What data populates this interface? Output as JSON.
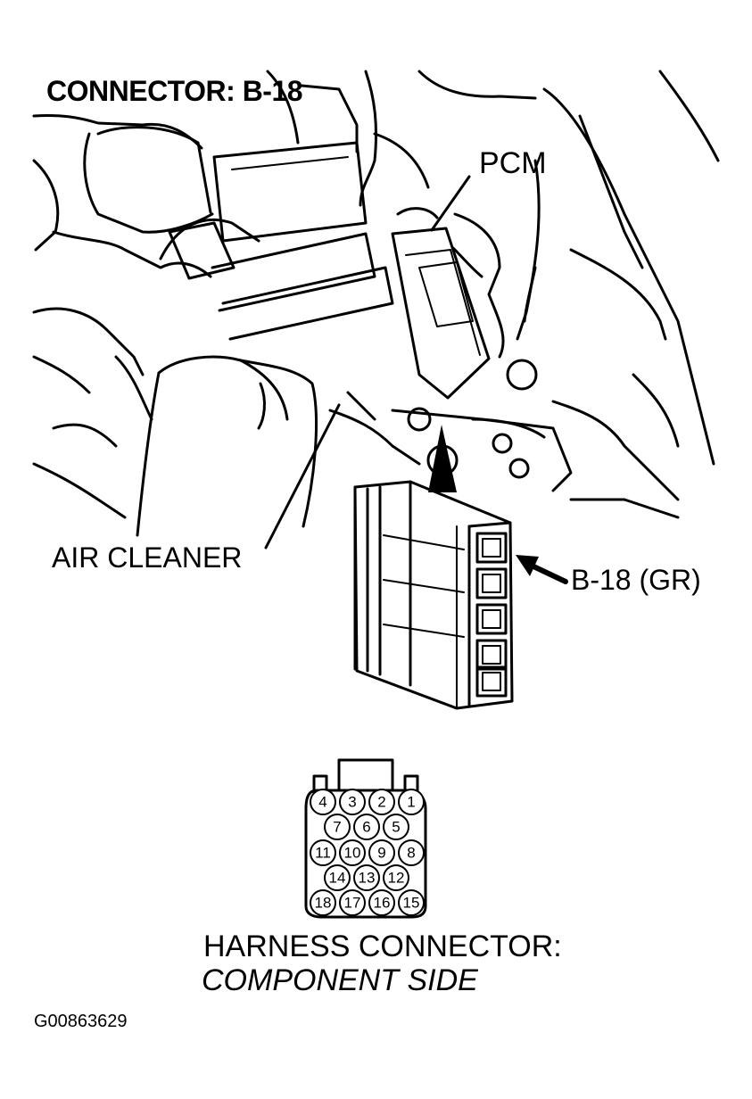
{
  "title": "CONNECTOR: B-18",
  "labels": {
    "pcm": "PCM",
    "air_cleaner": "AIR CLEANER",
    "connector_callout": "B-18 (GR)",
    "harness_line1": "HARNESS CONNECTOR:",
    "harness_line2": "COMPONENT SIDE",
    "figure_code": "G00863629"
  },
  "pins": {
    "row1": [
      "4",
      "3",
      "2",
      "1"
    ],
    "row2": [
      "7",
      "6",
      "5"
    ],
    "row3": [
      "11",
      "10",
      "9",
      "8"
    ],
    "row4": [
      "14",
      "13",
      "12"
    ],
    "row5": [
      "18",
      "17",
      "16",
      "15"
    ]
  }
}
